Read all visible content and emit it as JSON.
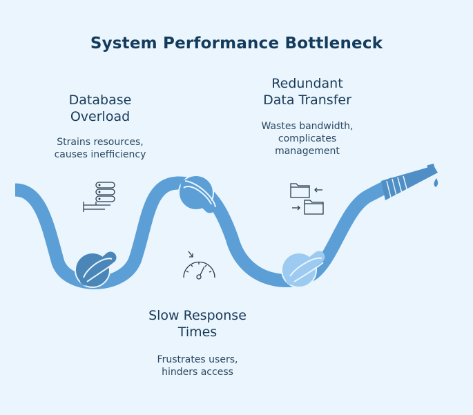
{
  "title": "System Performance Bottleneck",
  "sections": [
    {
      "heading": "Database\nOverload",
      "description": "Strains resources,\ncauses inefficiency",
      "icon": "database-server-icon"
    },
    {
      "heading": "Redundant\nData Transfer",
      "description": "Wastes bandwidth,\ncomplicates\nmanagement",
      "icon": "folder-transfer-icon"
    },
    {
      "heading": "Slow Response\nTimes",
      "description": "Frustrates users,\nhinders access",
      "icon": "speedometer-icon"
    }
  ],
  "colors": {
    "background": "#eaf5fd",
    "pipe": "#5b9fd6",
    "knot_dark": "#4a86b8",
    "knot_mid": "#5b9fd6",
    "knot_light": "#9ccaf0",
    "title": "#143a5c",
    "text": "#1c3a55",
    "icon_stroke": "#2a3b4d"
  }
}
